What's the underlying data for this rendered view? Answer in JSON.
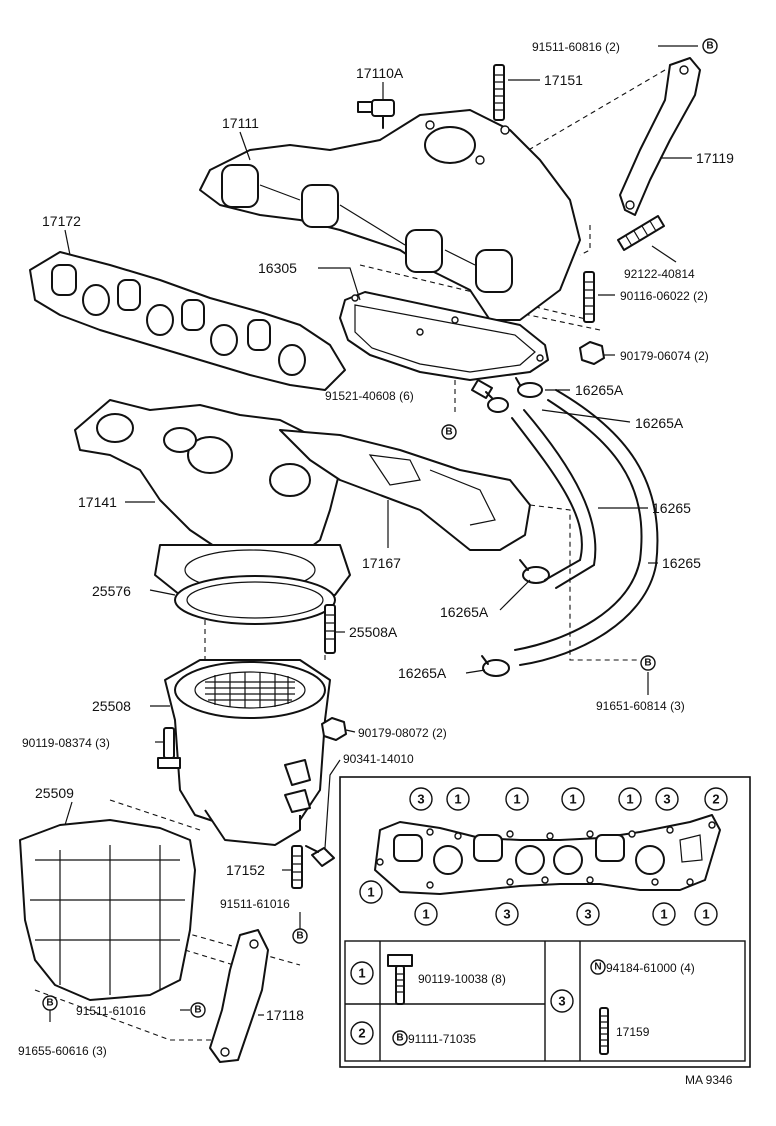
{
  "labels": {
    "p91511_60816": "91511-60816 (2)",
    "p17110A": "17110A",
    "p17151": "17151",
    "p17111": "17111",
    "p17119": "17119",
    "p17172": "17172",
    "p92122_40814": "92122-40814",
    "p16305": "16305",
    "p90116_06022": "90116-06022 (2)",
    "p90179_06074": "90179-06074 (2)",
    "p16265A_1": "16265A",
    "p91521_40608": "91521-40608 (6)",
    "p16265A_2": "16265A",
    "p17141": "17141",
    "p16265_1": "16265",
    "p17167": "17167",
    "p16265_2": "16265",
    "p25576": "25576",
    "p16265A_3": "16265A",
    "p25508A": "25508A",
    "p16265A_4": "16265A",
    "p91651_60814": "91651-60814 (3)",
    "p25508": "25508",
    "p90119_08374": "90119-08374 (3)",
    "p90179_08072": "90179-08072 (2)",
    "p90341_14010": "90341-14010",
    "p25509": "25509",
    "p17152": "17152",
    "p91511_61016_a": "91511-61016",
    "p91511_61016_b": "91511-61016",
    "p17118": "17118",
    "p91655_60616": "91655-60616 (3)",
    "diagram_code": "MA 9346"
  },
  "markers": {
    "B": "B",
    "N": "N"
  },
  "gasket_detail": {
    "top_callouts": [
      "3",
      "1",
      "1",
      "1",
      "1",
      "3",
      "2"
    ],
    "bottom_callouts": [
      "1",
      "1",
      "3",
      "3",
      "1",
      "1"
    ]
  },
  "legend": {
    "row1_num": "1",
    "row1_part": "90119-10038 (8)",
    "row2_num": "2",
    "row2_part": "91111-71035",
    "row3_num": "3",
    "row3_part_a": "94184-61000 (4)",
    "row3_part_b": "17159"
  }
}
